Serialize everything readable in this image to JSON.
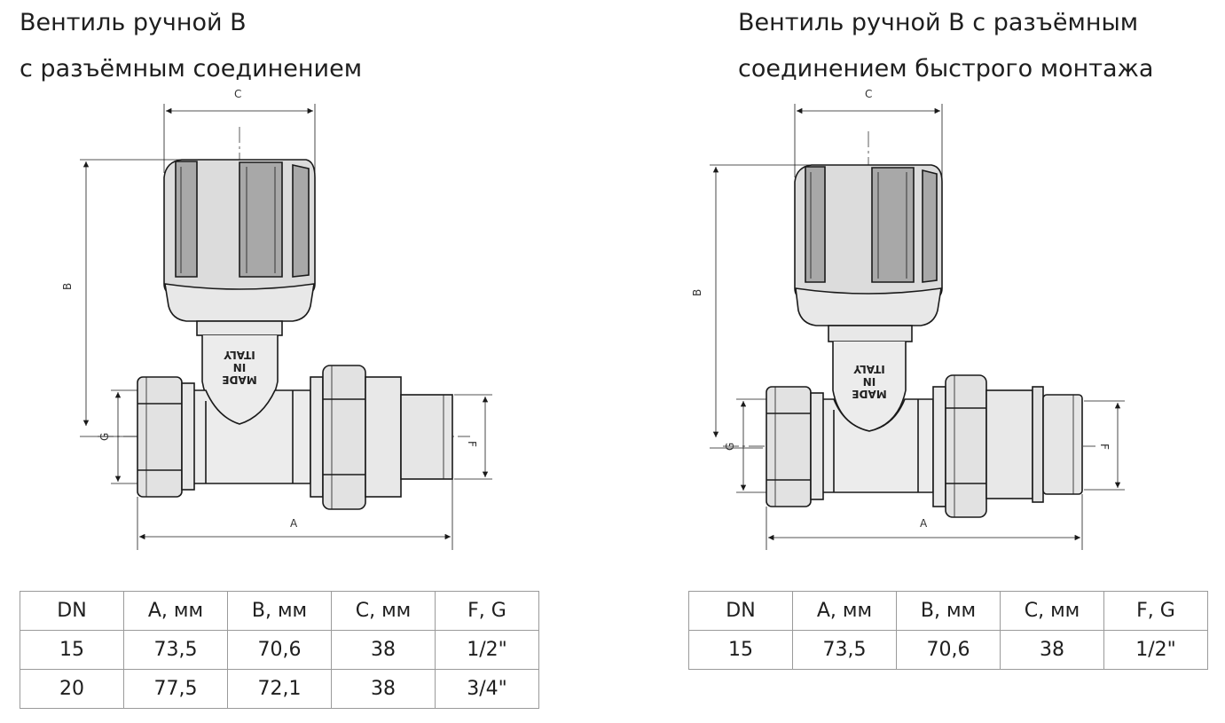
{
  "left": {
    "title_line1": "Вентиль ручной В",
    "title_line2": "с разъёмным соединением",
    "dims": {
      "A": "A",
      "B": "B",
      "C": "C",
      "F": "F",
      "G": "G"
    },
    "marking": [
      "MADE",
      "IN",
      "ITALY"
    ],
    "table": {
      "headers": [
        "DN",
        "A, мм",
        "B, мм",
        "C, мм",
        "F, G"
      ],
      "rows": [
        [
          "15",
          "73,5",
          "70,6",
          "38",
          "1/2\""
        ],
        [
          "20",
          "77,5",
          "72,1",
          "38",
          "3/4\""
        ]
      ]
    }
  },
  "right": {
    "title_line1": "Вентиль ручной В с разъёмным",
    "title_line2": "соединением быстрого монтажа",
    "dims": {
      "A": "A",
      "B": "B",
      "C": "C",
      "F": "F",
      "G": "G"
    },
    "marking": [
      "MADE",
      "IN",
      "ITALY"
    ],
    "table": {
      "headers": [
        "DN",
        "A, мм",
        "B, мм",
        "C, мм",
        "F, G"
      ],
      "rows": [
        [
          "15",
          "73,5",
          "70,6",
          "38",
          "1/2\""
        ]
      ]
    }
  },
  "colors": {
    "line": "#1a1a1a",
    "metal": "#e6e6e6",
    "handle": "#cfcfcf",
    "grip": "#9e9e9e",
    "border": "#9a9a9a"
  }
}
